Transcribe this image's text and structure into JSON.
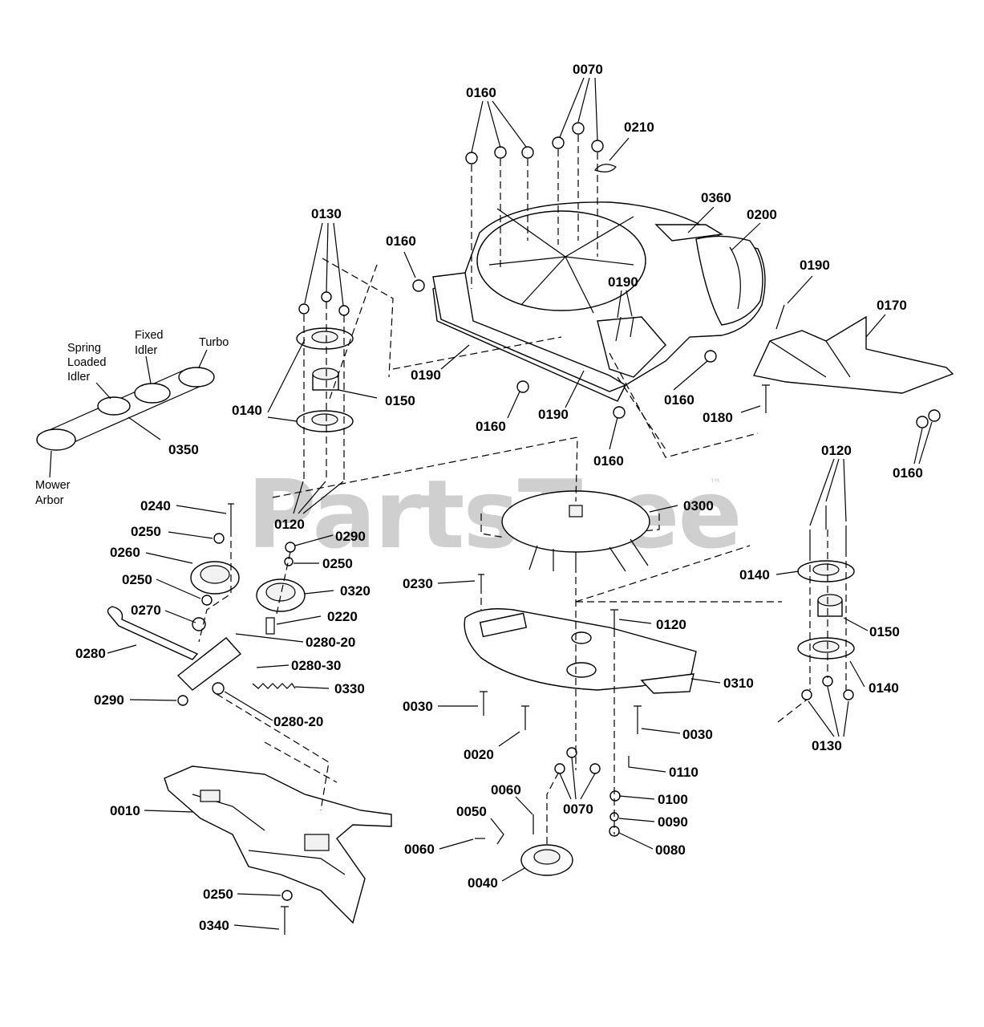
{
  "watermark": {
    "brand": "PartsTree",
    "trademark": "™"
  },
  "belt_legend": {
    "spring_loaded_idler": [
      "Spring",
      "Loaded",
      "Idler"
    ],
    "fixed_idler": [
      "Fixed",
      "Idler"
    ],
    "turbo": "Turbo",
    "mower_arbor": [
      "Mower",
      "Arbor"
    ]
  },
  "callouts": {
    "c0070_top": "0070",
    "c0160_top": "0160",
    "c0210": "0210",
    "c0360": "0360",
    "c0200": "0200",
    "c0130_left": "0130",
    "c0160_left": "0160",
    "c0190_right": "0190",
    "c0190_mid": "0190",
    "c0170": "0170",
    "c0150_left": "0150",
    "c0190_a": "0190",
    "c0140_left": "0140",
    "c0350": "0350",
    "c0160_a": "0160",
    "c0190_b": "0190",
    "c0160_b": "0160",
    "c0180": "0180",
    "c0160_c": "0160",
    "c0120_right": "0120",
    "c0160_d": "0160",
    "c0300": "0300",
    "c0240": "0240",
    "c0120_left": "0120",
    "c0250_a": "0250",
    "c0290_a": "0290",
    "c0260": "0260",
    "c0250_b": "0250",
    "c0140_right": "0140",
    "c0250_c": "0250",
    "c0230": "0230",
    "c0320": "0320",
    "c0270": "0270",
    "c0220": "0220",
    "c0120_mid": "0120",
    "c0150_right": "0150",
    "c0280_20_a": "0280-20",
    "c0280": "0280",
    "c0280_30": "0280-30",
    "c0310": "0310",
    "c0140_right_b": "0140",
    "c0290_b": "0290",
    "c0330": "0330",
    "c0030_a": "0030",
    "c0280_20_b": "0280-20",
    "c0030_b": "0030",
    "c0130_right": "0130",
    "c0020": "0020",
    "c0110": "0110",
    "c0060_a": "0060",
    "c0070_b": "0070",
    "c0100": "0100",
    "c0010": "0010",
    "c0050": "0050",
    "c0090": "0090",
    "c0060_b": "0060",
    "c0080": "0080",
    "c0040": "0040",
    "c0250_d": "0250",
    "c0340": "0340"
  }
}
